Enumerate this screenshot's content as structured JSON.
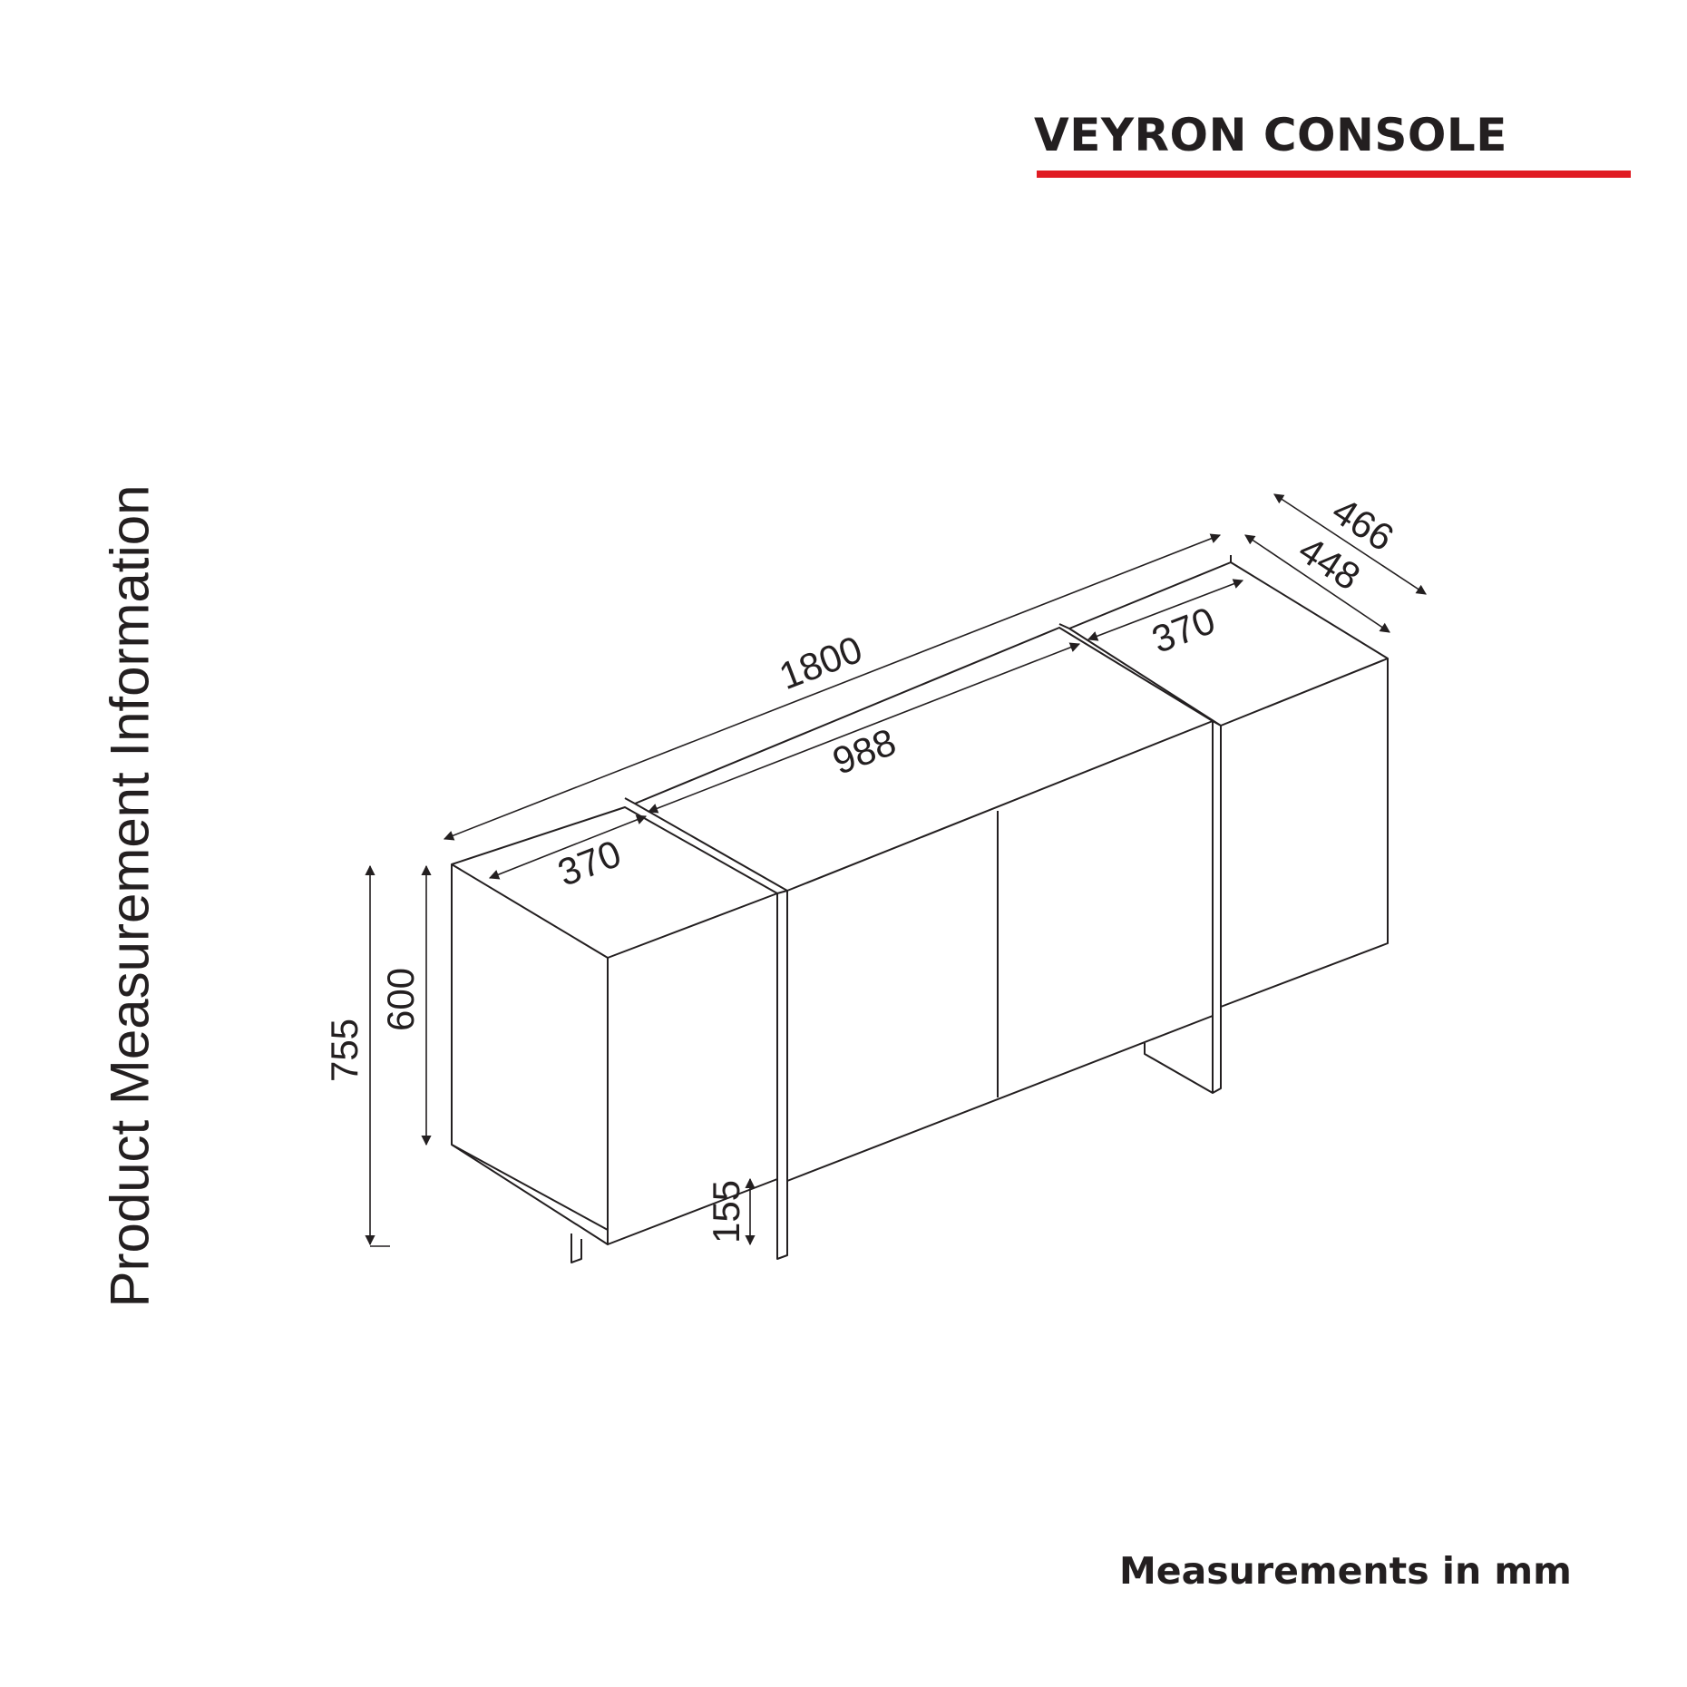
{
  "title": "VEYRON CONSOLE",
  "side_heading": "Product Measurement Information",
  "footer_note": "Measurements in mm",
  "colors": {
    "accent": "#e01b22",
    "line": "#231f20",
    "background": "#ffffff"
  },
  "dimensions": {
    "overall_width": "1800",
    "middle_width": "988",
    "left_top_width": "370",
    "right_top_width": "370",
    "outer_depth": "466",
    "inner_depth": "448",
    "total_height": "755",
    "cabinet_height": "600",
    "leg_height": "155"
  }
}
